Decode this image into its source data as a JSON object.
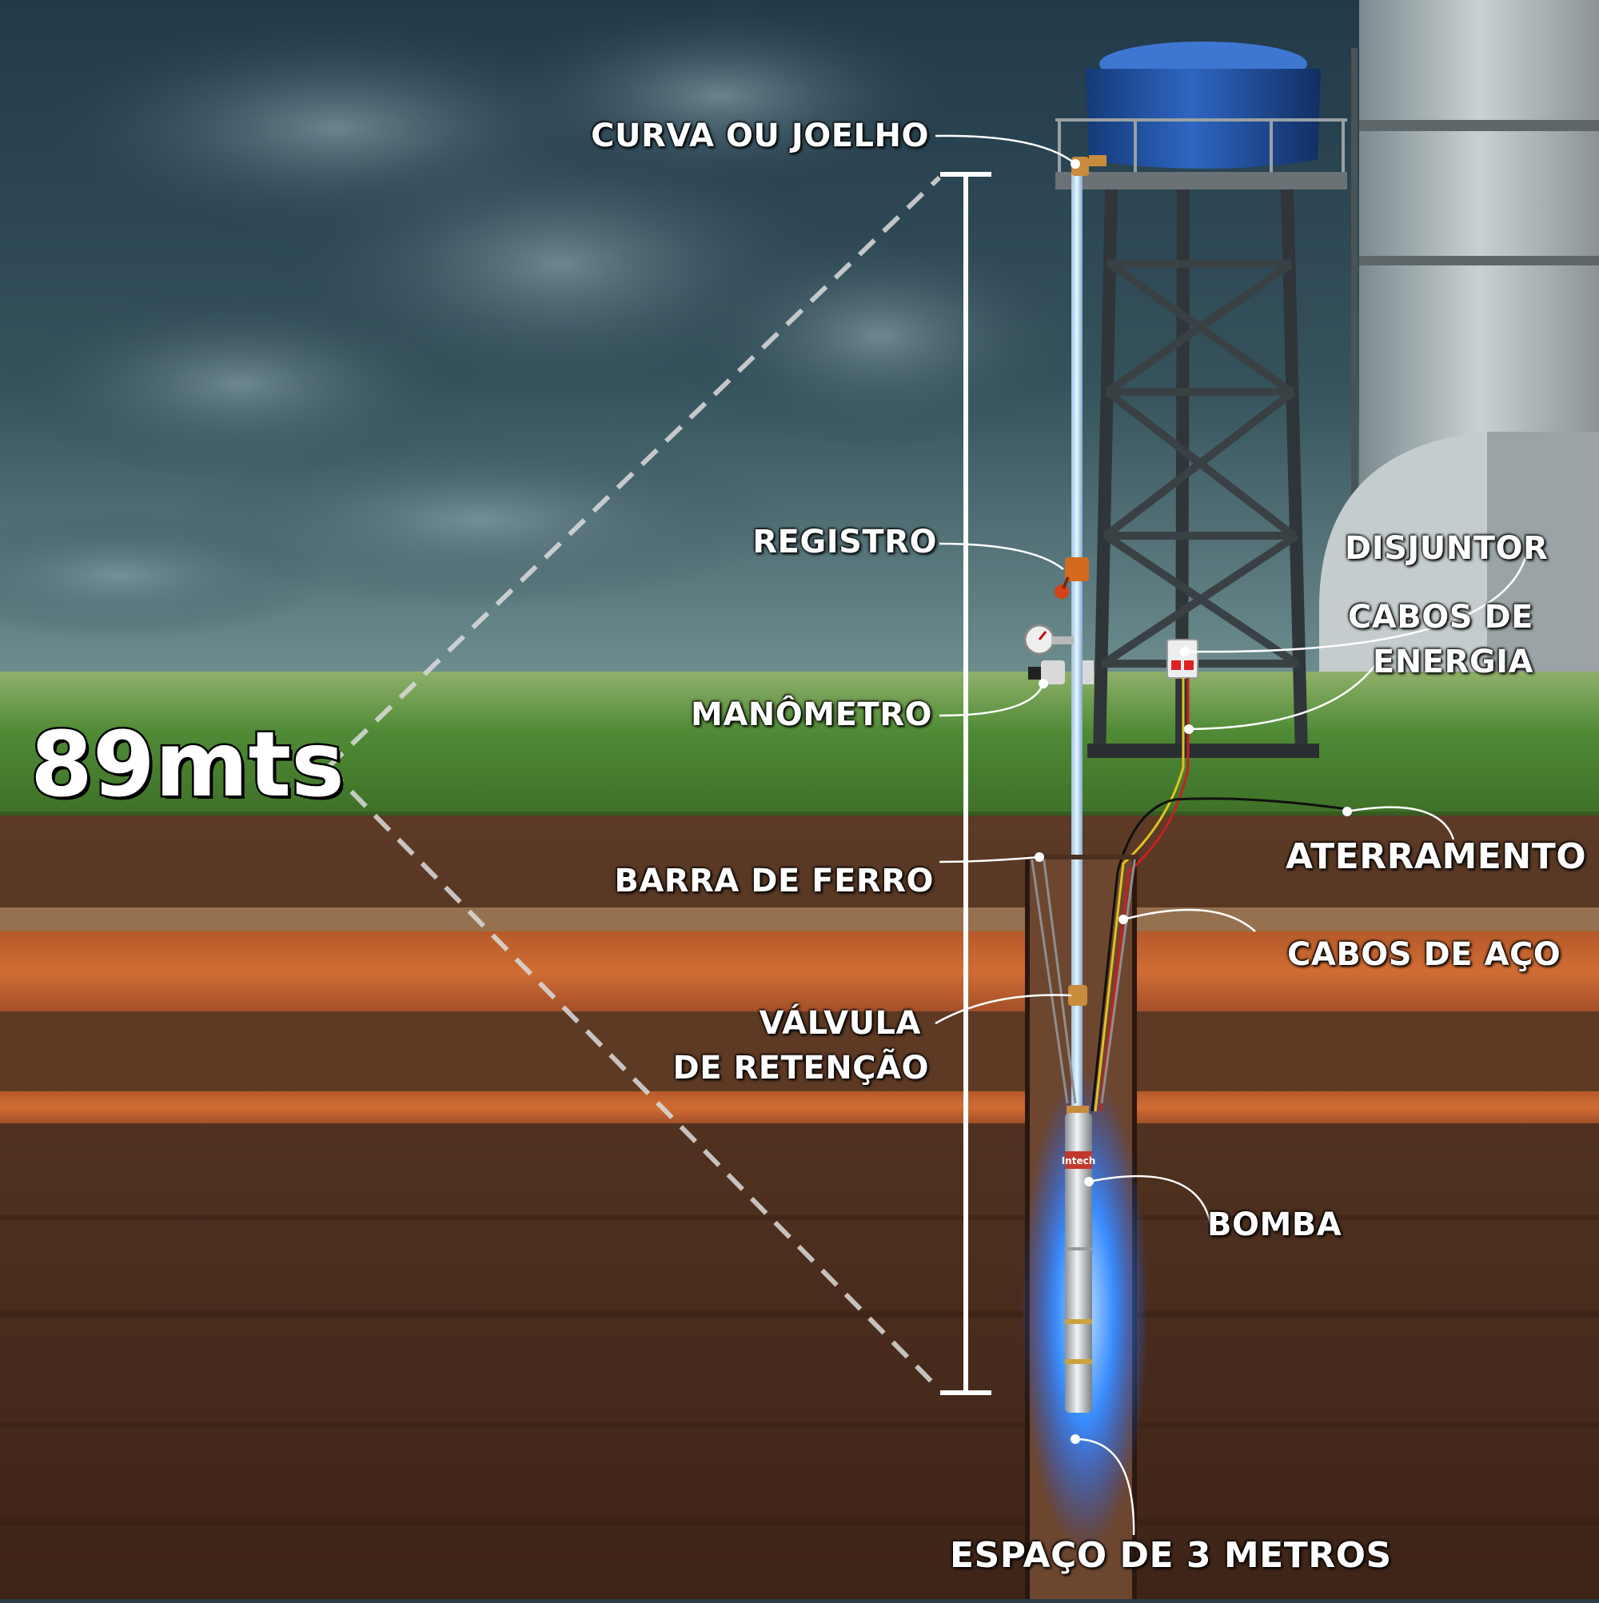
{
  "labels": {
    "curva": "CURVA OU JOELHO",
    "registro": "REGISTRO",
    "disjuntor": "DISJUNTOR",
    "cabos_energia_1": "CABOS DE",
    "cabos_energia_2": "ENERGIA",
    "manometro": "MANÔMETRO",
    "aterramento": "ATERRAMENTO",
    "barra": "BARRA DE FERRO",
    "cabos_aco": "CABOS DE AÇO",
    "valvula_1": "VÁLVULA",
    "valvula_2": "DE RETENÇÃO",
    "bomba": "BOMBA",
    "espaco": "ESPAÇO DE 3 METROS",
    "depth": "89mts",
    "brand": "Intech"
  },
  "colors": {
    "sky": "#2f4a55",
    "grass": "#4f8a35",
    "soil": "#5a3522",
    "clay": "#c0632e",
    "tank": "#1f4e99",
    "water_glow": "#2f7bff"
  },
  "icons": [
    "water-tank",
    "steel-tower",
    "pipe",
    "valve",
    "pressure-gauge",
    "circuit-breaker",
    "submersible-pump"
  ]
}
